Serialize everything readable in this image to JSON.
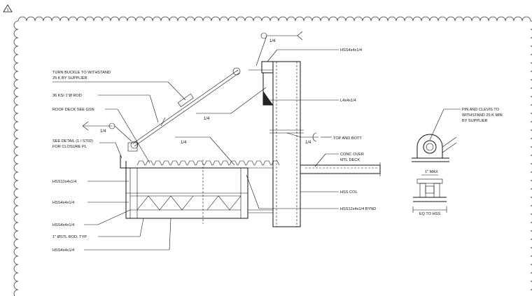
{
  "revision": {
    "number": "1"
  },
  "labels": {
    "turnbuckle_l1": "TURN BUCKLE TO WITHSTAND",
    "turnbuckle_l2": "25 K BY SUPPLIER",
    "rod": "36 KSI 1\"Ø ROD",
    "roof_deck": "ROOF DECK SEE GSN",
    "see_detail_l1": "SEE DETAIL (1 / S702)",
    "see_detail_l2": "FOR CLOSURE PL",
    "hss12_left": "HSS12x4x1/4",
    "hss4_a": "HSS4x4x1/4",
    "hss4_b": "HSS4x4x1/4",
    "stl_rod": "1\" ØSTL ROD, TYP",
    "hss4_c": "HSS4x4x1/4",
    "hss4_top": "HSS4x4x1/4",
    "angle": "L4x4x1/4",
    "top_bott": "TOP AND BOTT",
    "conc_l1": "CONC OVER",
    "conc_l2": "MTL DECK",
    "hss_col": "HSS COL",
    "hss12_bynd": "HSS12x4x1/4 BYND",
    "pin_l1": "PIN AND CLEVIS TO",
    "pin_l2": "WITHSTAND 25 K MIN",
    "pin_l3": "BY SUPPLIER",
    "max_dim": "1\" MAX",
    "eq_to_hss": "EQ TO HSS"
  },
  "welds": {
    "w_top": "1/4",
    "w_mid": "1/4",
    "w_left": "1/4",
    "w_deck": "1/4",
    "w_col": "1/4"
  }
}
